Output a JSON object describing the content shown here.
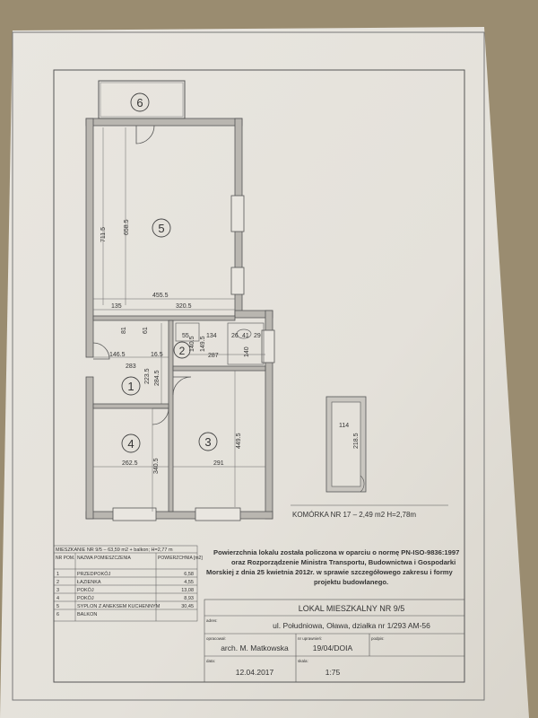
{
  "rooms": [
    {
      "num": "1"
    },
    {
      "num": "2"
    },
    {
      "num": "3"
    },
    {
      "num": "4"
    },
    {
      "num": "5"
    },
    {
      "num": "6"
    }
  ],
  "dimensions": {
    "r5_height_outer": "711.5",
    "r5_height_inner": "658.5",
    "r5_width_outer": "455.5",
    "r5_width_inner": "320.5",
    "r5_left": "135",
    "d55": "55",
    "d134": "134",
    "d26": "26",
    "d41": "41",
    "d29": "29",
    "d61": "61",
    "d81": "81",
    "d146": "146.5",
    "d283": "283",
    "d16": "16.5",
    "d2235": "223.5",
    "d2845": "284.5",
    "d1405": "140.5",
    "d1495": "149.5",
    "d287": "287",
    "d140": "140",
    "r4_width": "262.5",
    "r4_height": "340.5",
    "r3_width": "291",
    "r3_height": "449.5",
    "storage_w": "114",
    "storage_h": "218.5"
  },
  "storage_caption": "KOMÓRKA NR 17 – 2,49 m2 H=2,78m",
  "area_table": {
    "title": "MIESZKANIE NR 9/5 – 63,59 m2 + balkon; H=2,77 m",
    "head_nr": "NR POM.",
    "head_name": "NAZWA POMIESZCZENIA",
    "head_area": "POWIERZCHNIA [m2]",
    "rows": [
      {
        "nr": "1",
        "name": "PRZEDPOKÓJ",
        "area": "6,58"
      },
      {
        "nr": "2",
        "name": "ŁAZIENKA",
        "area": "4,55"
      },
      {
        "nr": "3",
        "name": "POKÓJ",
        "area": "13,08"
      },
      {
        "nr": "4",
        "name": "POKÓJ",
        "area": "8,93"
      },
      {
        "nr": "5",
        "name": "SYPLON Z ANEKSEM KUCHENNYM",
        "area": "30,45"
      },
      {
        "nr": "6",
        "name": "BALKON",
        "area": ""
      }
    ]
  },
  "note": {
    "line1": "Powierzchnia lokalu została policzona w oparciu o normę PN-ISO-9836:1997",
    "line2": "oraz Rozporządzenie Ministra Transportu, Budownictwa i Gospodarki",
    "line3": "Morskiej z dnia 25 kwietnia 2012r. w sprawie szczegółowego zakresu i formy",
    "line4": "projektu budowlanego."
  },
  "titleblock": {
    "heading": "LOKAL MIESZKALNY NR 9/5",
    "address_label": "adres:",
    "address": "ul. Południowa, Oława, działka nr 1/293 AM-56",
    "prepared_label": "opracował:",
    "prepared": "arch. M. Matkowska",
    "license_label": "nr uprawnień:",
    "license": "19/04/DOIA",
    "sign_label": "podpis:",
    "date_label": "data:",
    "date": "12.04.2017",
    "scale_label": "skala:",
    "scale": "1:75"
  }
}
